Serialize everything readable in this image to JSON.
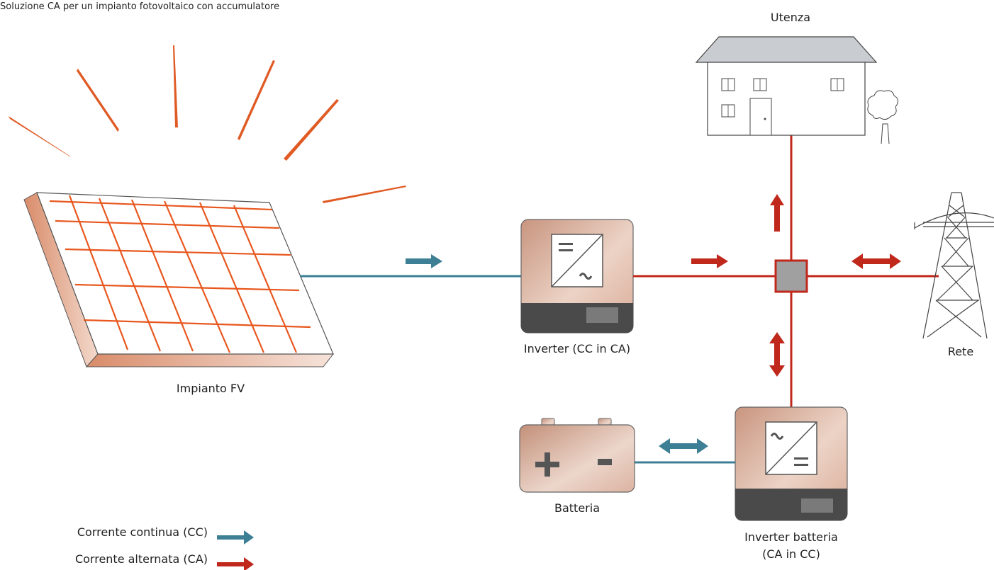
{
  "title": "Soluzione CA per un impianto fotovoltaico con accumulatore",
  "components": {
    "pv": {
      "label": "Impianto FV"
    },
    "inverter": {
      "label": "Inverter (CC in CA)"
    },
    "house": {
      "label": "Utenza"
    },
    "grid": {
      "label": "Rete"
    },
    "battery": {
      "label": "Batteria",
      "plus": "+",
      "minus": "-"
    },
    "battery_inverter": {
      "label_line1": "Inverter batteria",
      "label_line2": "(CA in CC)"
    }
  },
  "legend": {
    "dc": {
      "label": "Corrente continua (CC)",
      "color": "#3d7f94"
    },
    "ac": {
      "label": "Corrente alternata (CA)",
      "color": "#c0281c"
    }
  },
  "colors": {
    "sun_rays": "#e05a24",
    "panel_grid": "#e8571e",
    "device_body": "#d6a48e",
    "device_base": "#4a4a4a",
    "junction": "#a0a0a0"
  },
  "icons": {
    "inverter_symbol": "dc-to-ac-symbol",
    "battery_inverter_symbol": "ac-to-dc-symbol"
  }
}
